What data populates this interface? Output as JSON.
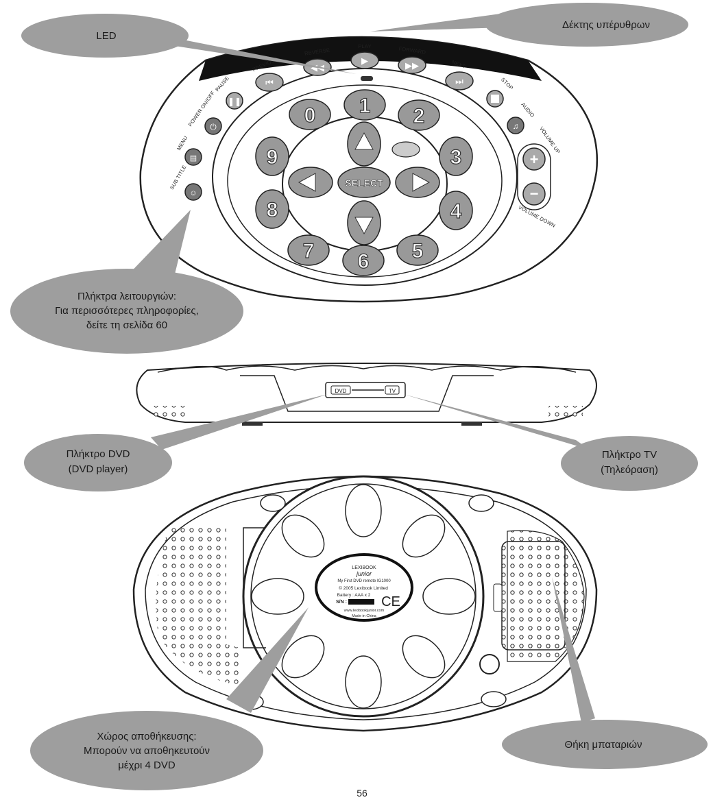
{
  "callouts": {
    "led": "LED",
    "ir_receiver": "Δέκτης υπέρυθρων",
    "function_keys": [
      "Πλήκτρα λειτουργιών:",
      "Για περισσότερες πληροφορίες,",
      "δείτε τη σελίδα 60"
    ],
    "dvd_key": [
      "Πλήκτρο DVD",
      "(DVD player)"
    ],
    "tv_key": [
      "Πλήκτρο TV",
      "(Τηλεόραση)"
    ],
    "storage": [
      "Χώρος αποθήκευσης:",
      "Μπορούν να αποθηκευτούν",
      "μέχρι 4 DVD"
    ],
    "battery": "Θήκη μπαταριών"
  },
  "top_view": {
    "buttons": {
      "reverse": "REVERSE",
      "play": "PLAY",
      "forward": "FORWARD",
      "previous": "PREVIOUS",
      "next": "NEXT",
      "pause": "PAUSE",
      "stop": "STOP",
      "power": "POWER ON/OFF",
      "audio": "AUDIO",
      "menu": "MENU",
      "subtitle": "SUB TITLE",
      "volume_up": "VOLUME UP",
      "volume_down": "VOLUME DOWN",
      "select": "SELECT"
    },
    "digits": [
      "0",
      "1",
      "2",
      "3",
      "4",
      "5",
      "6",
      "7",
      "8",
      "9"
    ]
  },
  "side_view": {
    "dvd_switch": "DVD",
    "tv_switch": "TV"
  },
  "label": {
    "brand": "LEXIBOOK",
    "sub_brand": "junior",
    "model_line": "My First DVD remote   IG1000",
    "copyright": "© 2005 Lexibook Limited",
    "battery": "Battery : AAA x 2",
    "sn": "S/N :",
    "ce": "CE",
    "url": "www.lexibookjunior.com",
    "origin": "Made in China"
  },
  "page_number": "56"
}
